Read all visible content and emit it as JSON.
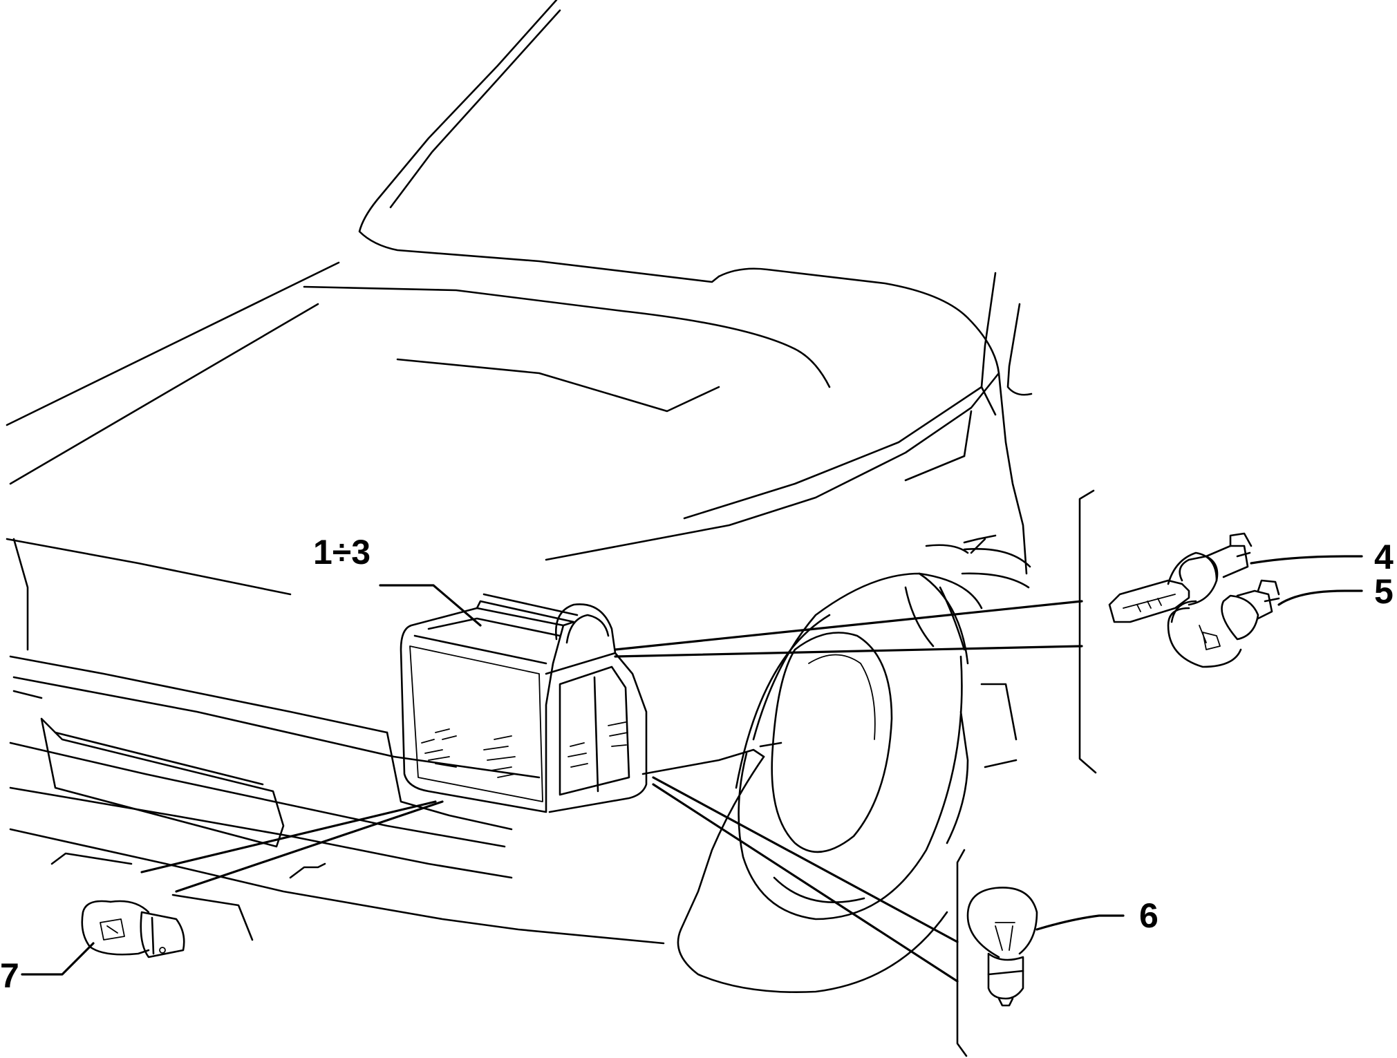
{
  "callouts": [
    {
      "id": "headlamp-assembly",
      "label": "1÷3"
    },
    {
      "id": "halogen-bulb",
      "label": "4"
    },
    {
      "id": "wedge-bulb",
      "label": "5"
    },
    {
      "id": "turn-signal-bulb",
      "label": "6"
    },
    {
      "id": "side-marker-bulb",
      "label": "7"
    }
  ]
}
